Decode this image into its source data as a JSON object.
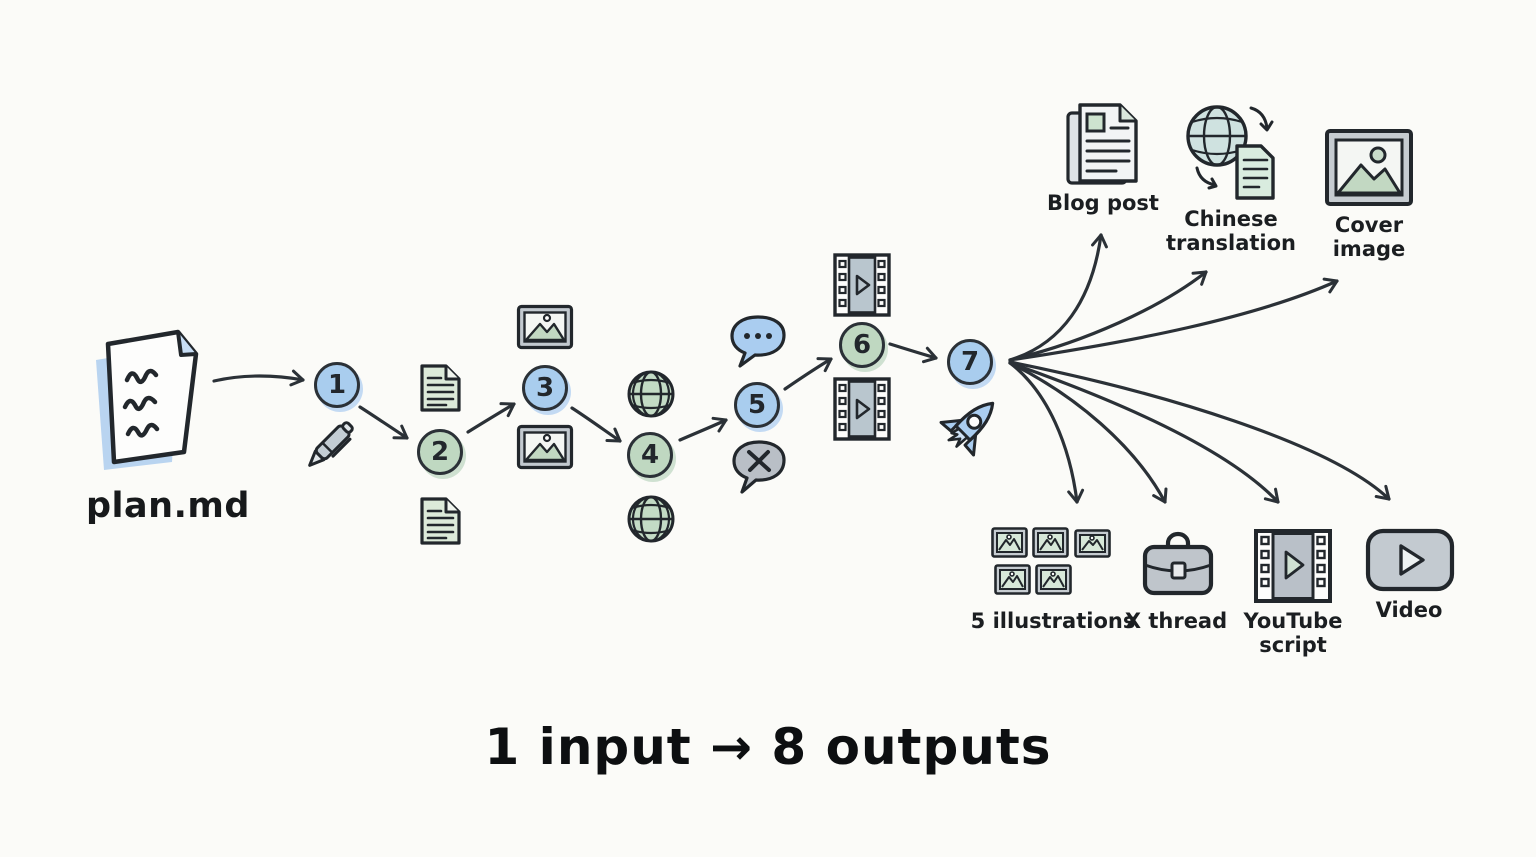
{
  "diagram": {
    "input_label": "plan.md",
    "caption": "1 input → 8 outputs"
  },
  "nodes": [
    {
      "num": "1",
      "color": "blue"
    },
    {
      "num": "2",
      "color": "green"
    },
    {
      "num": "3",
      "color": "blue"
    },
    {
      "num": "4",
      "color": "green"
    },
    {
      "num": "5",
      "color": "blue"
    },
    {
      "num": "6",
      "color": "green"
    },
    {
      "num": "7",
      "color": "blue"
    }
  ],
  "outputs": [
    {
      "label": "Blog post",
      "icon": "blog-post-icon"
    },
    {
      "label": "Chinese translation",
      "icon": "chinese-translation-icon"
    },
    {
      "label": "Cover image",
      "icon": "cover-image-icon"
    },
    {
      "label": "5 illustrations",
      "icon": "illustrations-grid-icon"
    },
    {
      "label": "X thread",
      "icon": "briefcase-icon"
    },
    {
      "label": "YouTube script",
      "icon": "filmstrip-icon"
    },
    {
      "label": "Video",
      "icon": "video-play-icon"
    }
  ],
  "step_icons": [
    "pen-icon",
    "document-icon",
    "image-icon",
    "globe-icon",
    "chat-bubble-icon",
    "x-bubble-icon",
    "filmstrip-icon",
    "rocket-icon"
  ],
  "colors": {
    "background": "#fbfbf8",
    "outline": "#2b3137",
    "node_blue": "#a9cdee",
    "node_green": "#bfd8c1",
    "gray_fill": "#c2c9cf",
    "doc_green": "#dcead9",
    "film_panel": "#b9c6ce",
    "shadow_blue": "#b9d4f0",
    "text": "#17191b"
  }
}
